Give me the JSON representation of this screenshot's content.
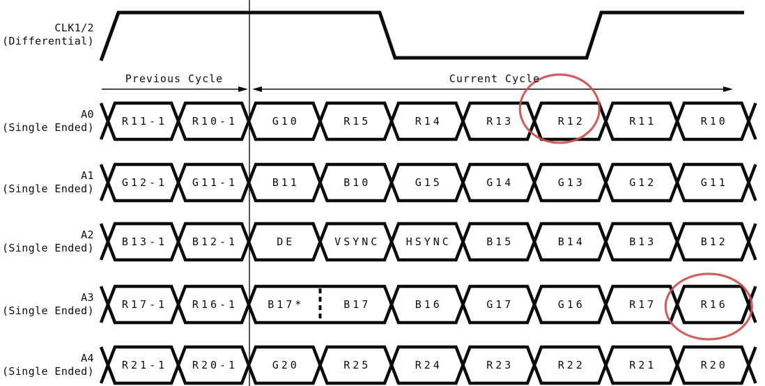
{
  "diagram": {
    "clock": {
      "name": "CLK1/2",
      "mode": "(Differential)"
    },
    "cycles": {
      "previous": "Previous Cycle",
      "current": "Current Cycle"
    },
    "lanes": [
      {
        "name": "A0",
        "mode": "(Single Ended)",
        "cells": [
          "R11-1",
          "R10-1",
          "G10",
          "R15",
          "R14",
          "R13",
          "R12",
          "R11",
          "R10"
        ]
      },
      {
        "name": "A1",
        "mode": "(Single Ended)",
        "cells": [
          "G12-1",
          "G11-1",
          "B11",
          "B10",
          "G15",
          "G14",
          "G13",
          "G12",
          "G11"
        ]
      },
      {
        "name": "A2",
        "mode": "(Single Ended)",
        "cells": [
          "B13-1",
          "B12-1",
          "DE",
          "VSYNC",
          "HSYNC",
          "B15",
          "B14",
          "B13",
          "B12"
        ]
      },
      {
        "name": "A3",
        "mode": "(Single Ended)",
        "cells": [
          "R17-1",
          "R16-1",
          "B17*",
          "B17",
          "B16",
          "G17",
          "G16",
          "R17",
          "R16"
        ],
        "merged_cells": [
          2,
          3
        ],
        "divider_style": "dashed"
      },
      {
        "name": "A4",
        "mode": "(Single Ended)",
        "cells": [
          "R21-1",
          "R20-1",
          "G20",
          "R25",
          "R24",
          "R23",
          "R22",
          "R21",
          "R20"
        ]
      }
    ],
    "highlights": [
      {
        "shape": "ellipse",
        "lane": 0,
        "cell": 6,
        "label": "R12"
      },
      {
        "shape": "ellipse",
        "lane": 3,
        "cell": 8,
        "label": "R16"
      }
    ],
    "colors": {
      "line": "#0c0c0c",
      "highlight": "#c9504e",
      "background": "#ffffff"
    }
  }
}
